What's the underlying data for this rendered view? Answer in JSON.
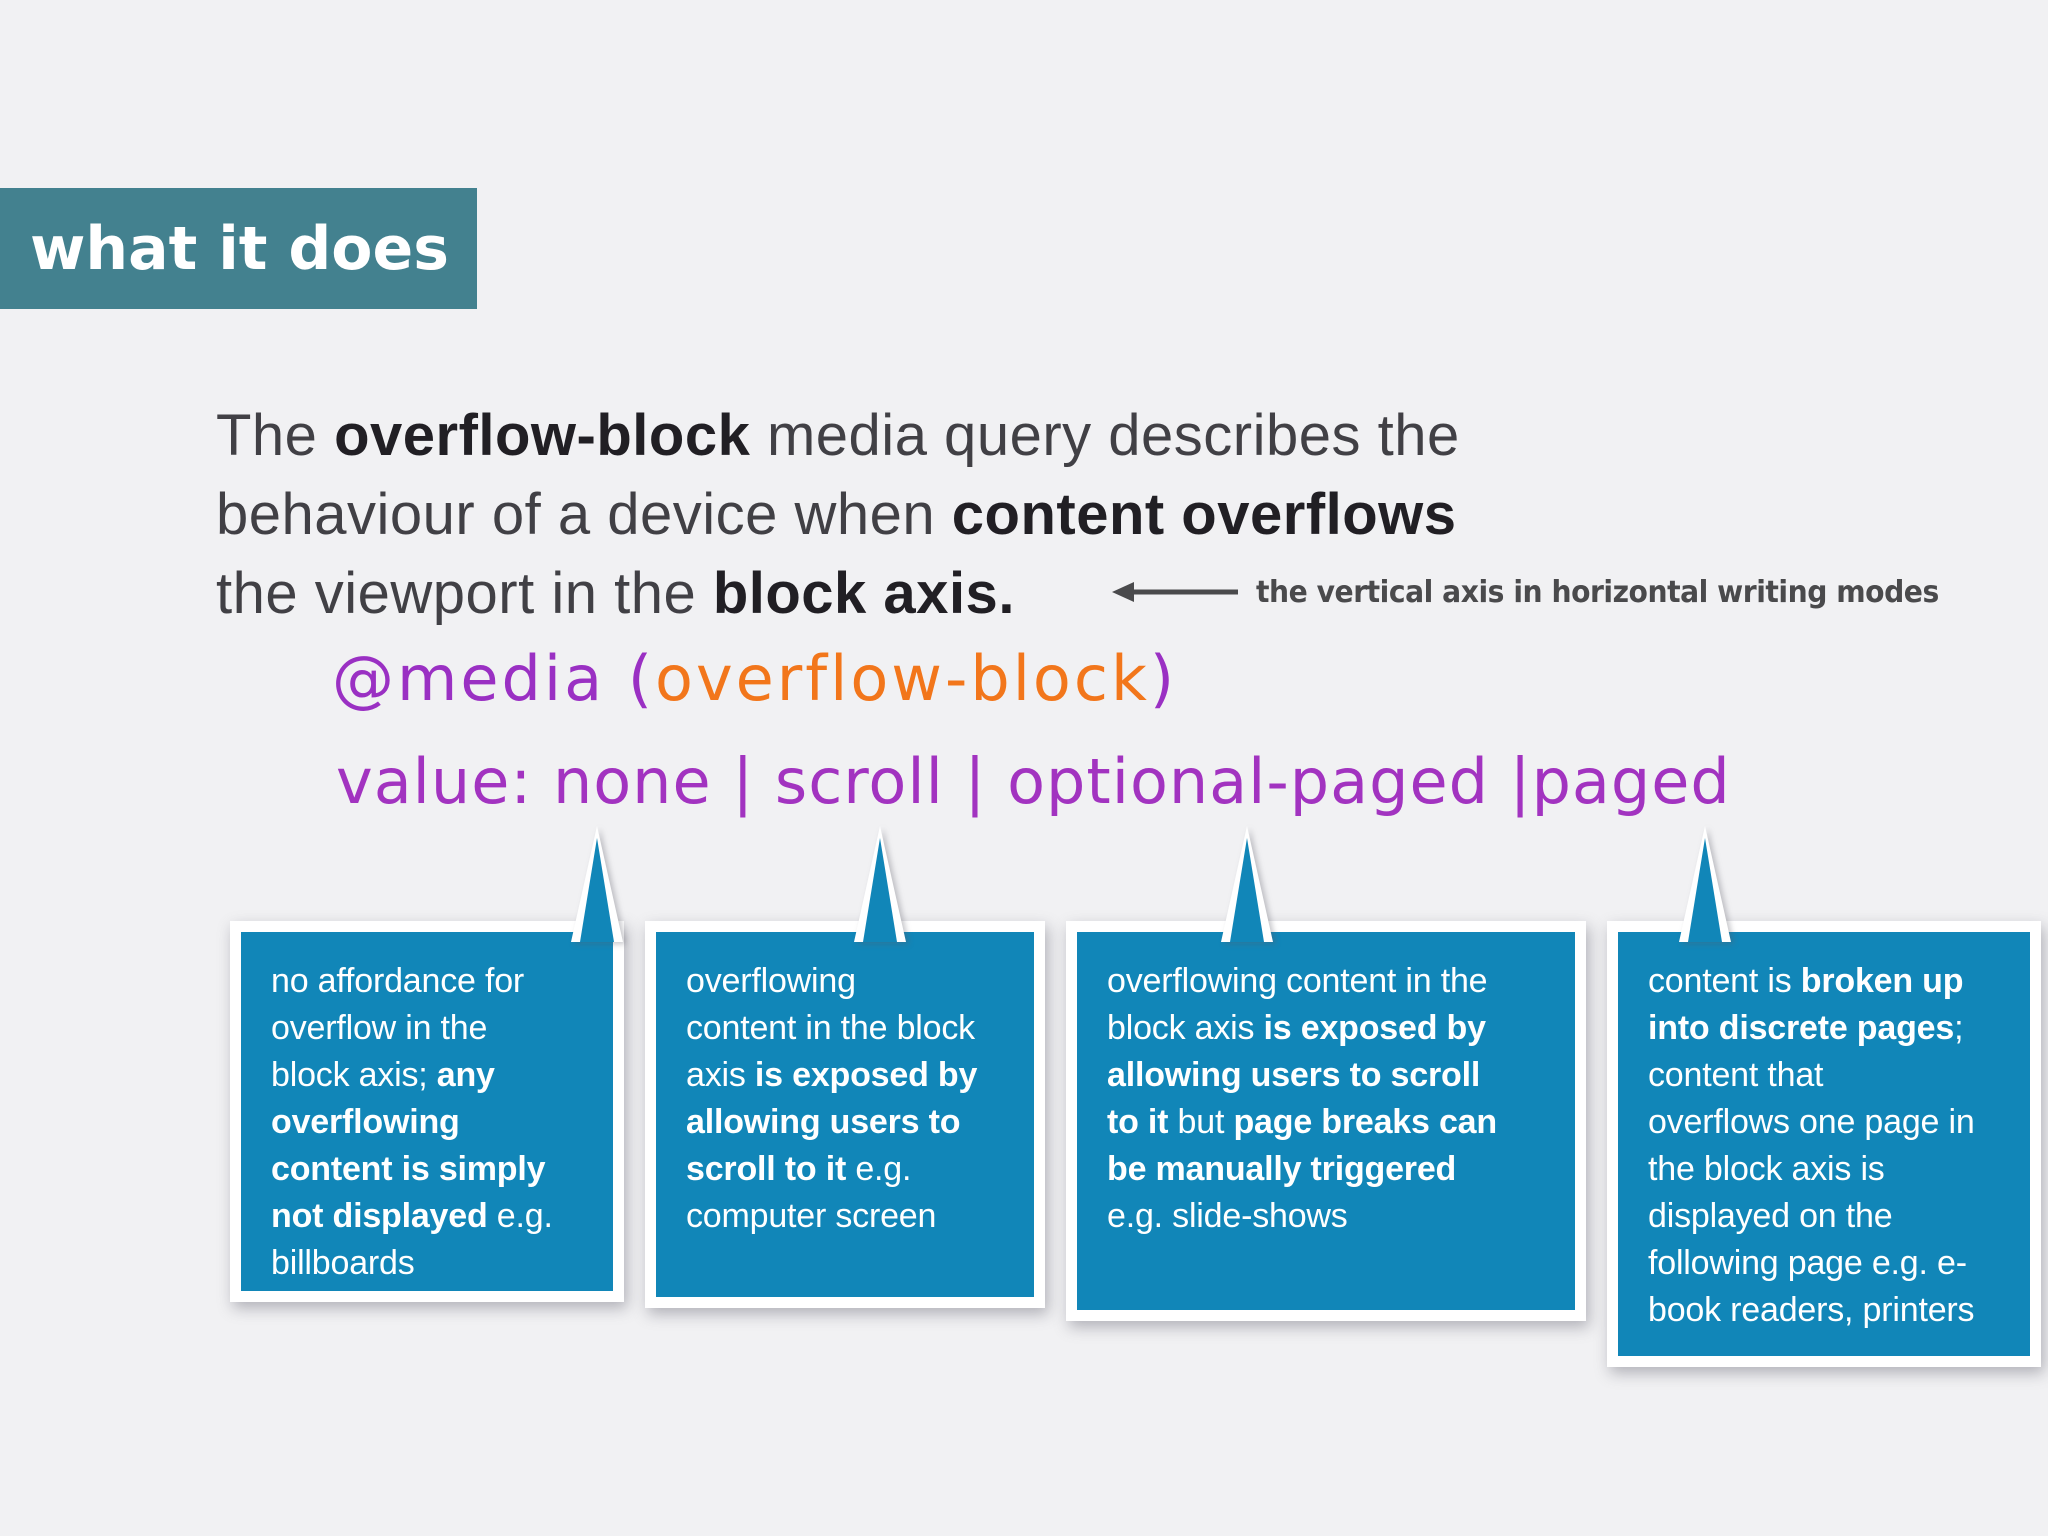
{
  "colors": {
    "background": "#f1f1f3",
    "header_teal": "#43818f",
    "box_blue": "#1186b8",
    "text_dark": "#414045",
    "text_bold": "#211f24",
    "code_purple": "#9a30c3",
    "code_magenta": "#a233c0",
    "code_orange": "#f2761b",
    "annotation_gray": "#4a4a4c",
    "white": "#ffffff"
  },
  "header": {
    "label": "what it does"
  },
  "intro": {
    "lines": [
      [
        {
          "t": "The ",
          "b": false
        },
        {
          "t": "overflow-block",
          "b": true
        },
        {
          "t": " media query describes the",
          "b": false
        }
      ],
      [
        {
          "t": "behaviour of a device when ",
          "b": false
        },
        {
          "t": "content overflows",
          "b": true
        }
      ],
      [
        {
          "t": "the viewport in the ",
          "b": false
        },
        {
          "t": "block axis.",
          "b": true
        }
      ]
    ],
    "annotation_text": "the vertical axis in horizontal writing modes"
  },
  "code": {
    "media_line": [
      {
        "t": "@media (",
        "c": "code_purple"
      },
      {
        "t": "overflow-block",
        "c": "code_orange"
      },
      {
        "t": ")",
        "c": "code_purple"
      }
    ],
    "value_line": "value: none | scroll | optional-paged |paged"
  },
  "callouts": [
    {
      "value": "none",
      "segments": [
        {
          "t": "no affordance for\noverflow in the\nblock axis; ",
          "b": false
        },
        {
          "t": "any\noverflowing\ncontent is simply\nnot displayed",
          "b": true
        },
        {
          "t": " e.g.\nbillboards",
          "b": false
        }
      ]
    },
    {
      "value": "scroll",
      "segments": [
        {
          "t": "overflowing\ncontent in the block\naxis ",
          "b": false
        },
        {
          "t": "is exposed by\nallowing users to\nscroll to it",
          "b": true
        },
        {
          "t": " e.g.\ncomputer screen",
          "b": false
        }
      ]
    },
    {
      "value": "optional-paged",
      "segments": [
        {
          "t": "overflowing content in the\nblock axis ",
          "b": false
        },
        {
          "t": "is exposed by\nallowing users to scroll\nto it",
          "b": true
        },
        {
          "t": " but ",
          "b": false
        },
        {
          "t": "page breaks can\nbe manually triggered",
          "b": true
        },
        {
          "t": "\ne.g. slide-shows",
          "b": false
        }
      ]
    },
    {
      "value": "paged",
      "segments": [
        {
          "t": "content is ",
          "b": false
        },
        {
          "t": "broken up\ninto discrete pages",
          "b": true
        },
        {
          "t": ";\ncontent that\noverflows one page in\nthe block axis is\ndisplayed on the\nfollowing page e.g. e-\nbook readers, printers",
          "b": false
        }
      ]
    }
  ]
}
